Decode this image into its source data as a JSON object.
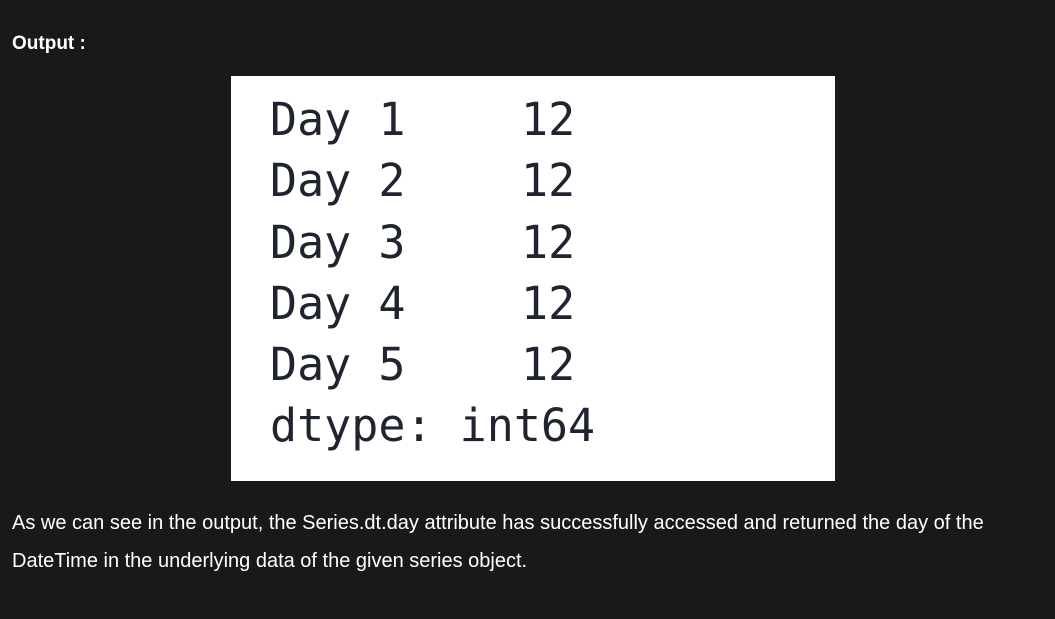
{
  "heading": "Output :",
  "output": {
    "rows": [
      {
        "index": "Day 1",
        "value": "12"
      },
      {
        "index": "Day 2",
        "value": "12"
      },
      {
        "index": "Day 3",
        "value": "12"
      },
      {
        "index": "Day 4",
        "value": "12"
      },
      {
        "index": "Day 5",
        "value": "12"
      }
    ],
    "dtype": "dtype: int64"
  },
  "description": "As we can see in the output, the Series.dt.day attribute has successfully accessed and returned the day of the DateTime in the underlying data of the given series object."
}
